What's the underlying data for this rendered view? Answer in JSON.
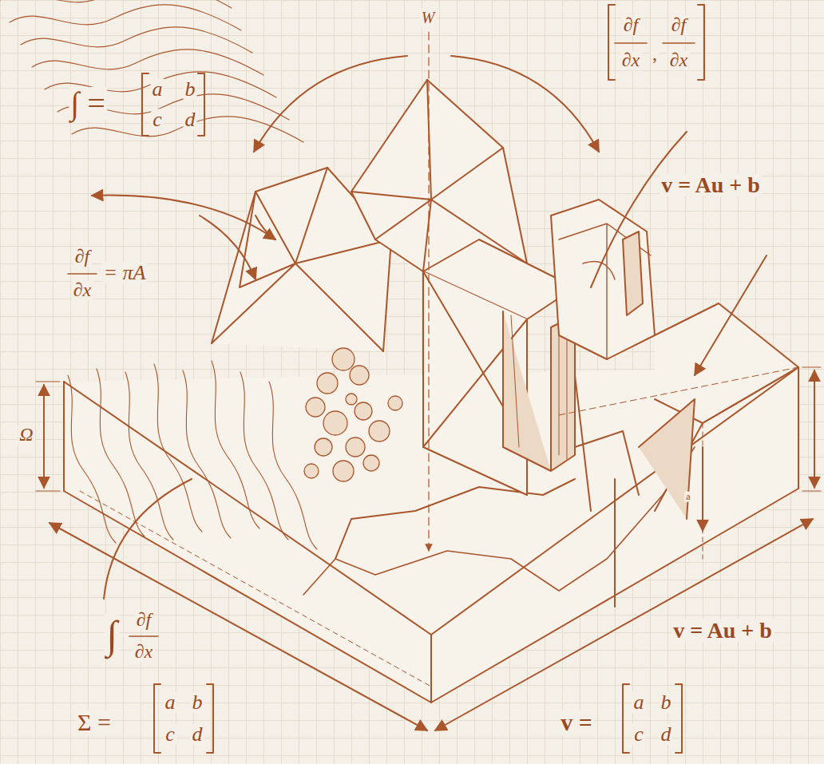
{
  "diagram": {
    "labels": [
      "∫ =",
      "a",
      "b",
      "c",
      "d",
      "W",
      "∂f",
      "∂x",
      ",",
      "∂f",
      "∂x",
      "v = Au + b",
      "∂f",
      "∂x",
      "= πA",
      "Ω",
      "∫",
      "∂f",
      "∂x",
      "Σ =",
      "a",
      "b",
      "c",
      "d",
      "v =",
      "a",
      "b",
      "c",
      "d",
      "v = Au + b",
      "a"
    ]
  }
}
